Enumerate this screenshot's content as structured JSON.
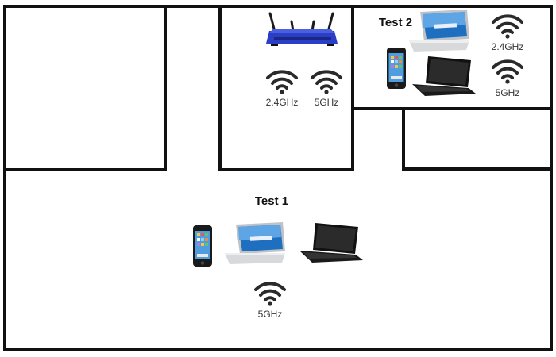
{
  "labels": {
    "test1": "Test 1",
    "test2": "Test 2",
    "router_band_a": "2.4GHz",
    "router_band_b": "5GHz",
    "test2_band_a": "2.4GHz",
    "test2_band_b": "5GHz",
    "test1_band": "5GHz"
  },
  "colors": {
    "wall": "#111111",
    "router": "#2b3ec8",
    "wifi": "#2a2a2a",
    "laptop_silver": "#d8d8d8",
    "laptop_screen": "#2f6fb0",
    "laptop_black": "#222222",
    "phone_body": "#1a1a1a"
  },
  "icons": [
    "router-icon",
    "wifi-icon",
    "smartphone-icon",
    "silver-laptop-icon",
    "black-laptop-icon"
  ]
}
